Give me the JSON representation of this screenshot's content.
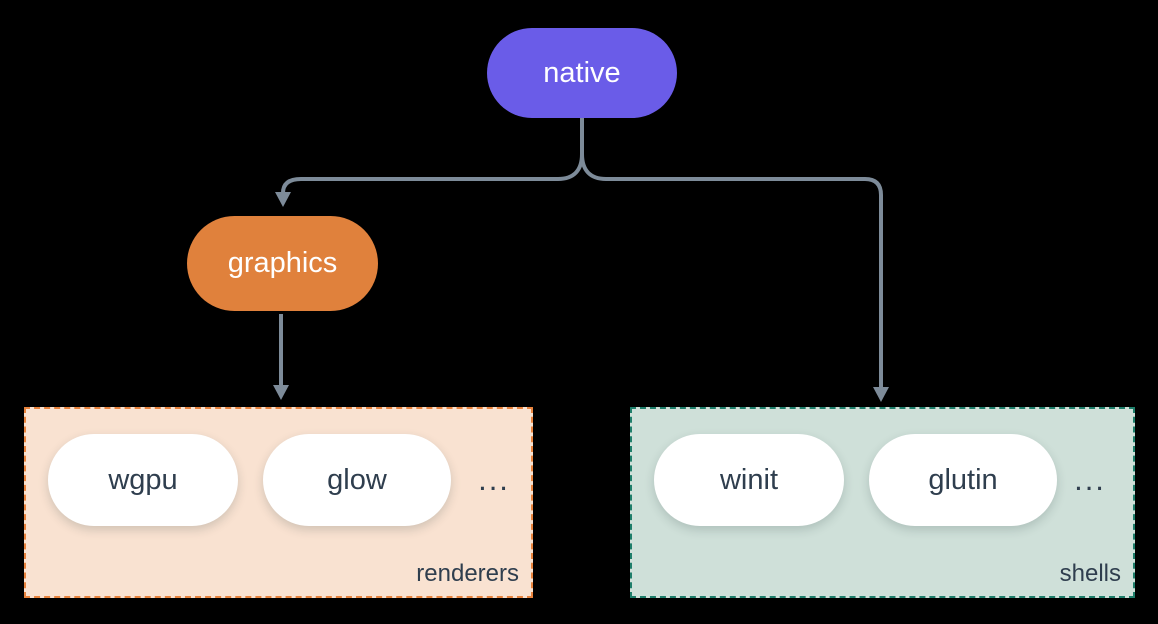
{
  "colors": {
    "background": "#000000",
    "native_fill": "#6a5ce8",
    "graphics_fill": "#e0813c",
    "connector": "#7d8b99",
    "renderers_fill": "#f9e2d1",
    "renderers_border": "#e8833d",
    "shells_fill": "#cfe0d9",
    "shells_border": "#1e7e6a",
    "pill_fill": "#ffffff",
    "dark_text": "#2f3e4e",
    "light_text": "#ffffff"
  },
  "nodes": {
    "native": {
      "label": "native"
    },
    "graphics": {
      "label": "graphics"
    }
  },
  "groups": {
    "renderers": {
      "label": "renderers",
      "ellipsis": "...",
      "items": [
        {
          "label": "wgpu"
        },
        {
          "label": "glow"
        }
      ]
    },
    "shells": {
      "label": "shells",
      "ellipsis": "...",
      "items": [
        {
          "label": "winit"
        },
        {
          "label": "glutin"
        }
      ]
    }
  }
}
